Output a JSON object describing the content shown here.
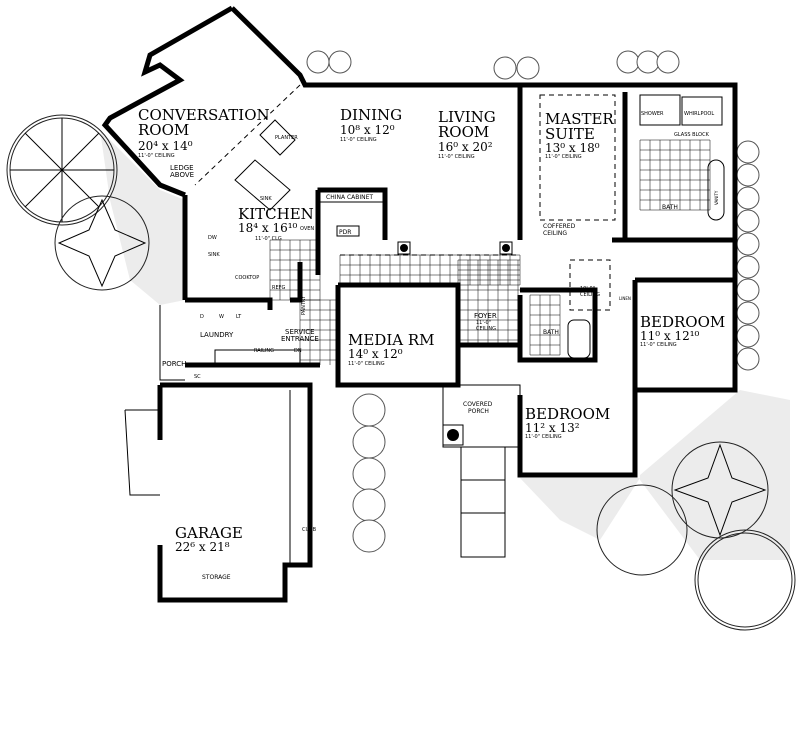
{
  "rooms": {
    "conversation": {
      "name1": "CONVERSATION",
      "name2": "ROOM",
      "dims": "20⁴ x 14⁰",
      "ceiling": "11'-0\" CEILING"
    },
    "dining": {
      "name": "DINING",
      "dims": "10⁸ x 12⁰",
      "ceiling": "11'-0\" CEILING"
    },
    "living": {
      "name1": "LIVING",
      "name2": "ROOM",
      "dims": "16⁰ x 20²",
      "ceiling": "11'-0\" CEILING"
    },
    "master": {
      "name1": "MASTER",
      "name2": "SUITE",
      "dims": "13⁰ x 18⁰",
      "ceiling": "11'-0\" CEILING"
    },
    "kitchen": {
      "name": "KITCHEN",
      "dims": "18⁴ x 16¹⁰",
      "ceiling": "11'-0\" CLG"
    },
    "media": {
      "name": "MEDIA RM",
      "dims": "14⁰ x 12⁰",
      "ceiling": "11'-0\" CEILING"
    },
    "bedroom2": {
      "name": "BEDROOM",
      "dims": "11⁰ x 12¹⁰",
      "ceiling": "11'-0\" CEILING"
    },
    "bedroom3": {
      "name": "BEDROOM",
      "dims": "11² x 13²",
      "ceiling": "11'-0\" CEILING"
    },
    "garage": {
      "name": "GARAGE",
      "dims": "22⁶ x 21⁸"
    }
  },
  "labels": {
    "ledge1": "LEDGE",
    "ledge2": "ABOVE",
    "planter": "PLANTER",
    "sink": "SINK",
    "china_cabinet": "CHINA CABINET",
    "pdr": "PDR",
    "oven": "OVEN",
    "dw": "DW",
    "kitchen_sink": "SINK",
    "cooktop": "COOKTOP",
    "refg": "REFG",
    "pantry": "PANTRY",
    "laundry": "LAUNDRY",
    "d": "D",
    "w": "W",
    "lt": "LT",
    "service1": "SERVICE",
    "service2": "ENTRANCE",
    "railing": "RAILING",
    "dn": "DN",
    "porch": "PORCH",
    "sc": "SC",
    "foyer": "FOYER",
    "foyer_ceiling1": "11'-0\"",
    "foyer_ceiling2": "CEILING",
    "coffered1": "COFFERED",
    "coffered2": "CEILING",
    "shower": "SHOWER",
    "whirlpool": "WHIRLPOOL",
    "glass_block": "GLASS BLOCK",
    "vanity": "VANITY",
    "bath_master": "BATH",
    "hall_ceiling1": "10'-0\"",
    "hall_ceiling2": "CEILING",
    "linen": "LINEN",
    "bath2": "BATH",
    "covered_porch1": "COVERED",
    "covered_porch2": "PORCH",
    "curb": "CURB",
    "storage": "STORAGE"
  }
}
